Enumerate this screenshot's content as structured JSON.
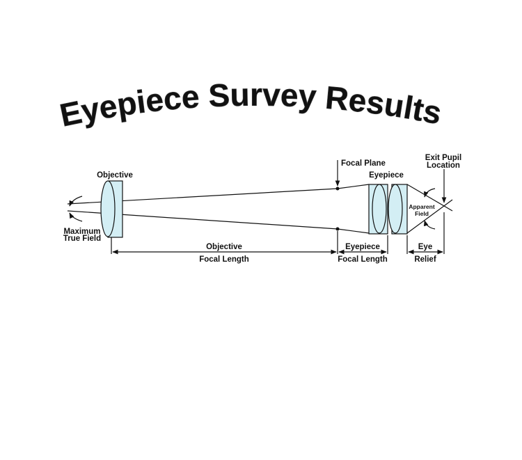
{
  "title": [
    "Eyepiece Survey Results"
  ],
  "title_letters": [
    "E",
    "y",
    "e",
    "p",
    "i",
    "e",
    "c",
    "e",
    " ",
    "S",
    "u",
    "r",
    "v",
    "e",
    "y",
    " ",
    "R",
    "e",
    "s",
    "u",
    "l",
    "t",
    "s"
  ],
  "labels": {
    "objective": "Objective",
    "max_true_field_1": "Maximum",
    "max_true_field_2": "True Field",
    "focal_plane": "Focal Plane",
    "eyepiece": "Eyepiece",
    "exit_pupil_1": "Exit Pupil",
    "exit_pupil_2": "Location",
    "apparent_field_1": "Apparent",
    "apparent_field_2": "Field",
    "obj_fl_1": "Objective",
    "obj_fl_2": "Focal Length",
    "ep_fl_1": "Eyepiece",
    "ep_fl_2": "Focal Length",
    "eye_relief_1": "Eye",
    "eye_relief_2": "Relief"
  },
  "colors": {
    "glass": "#d3eef4",
    "ink": "#111111"
  }
}
